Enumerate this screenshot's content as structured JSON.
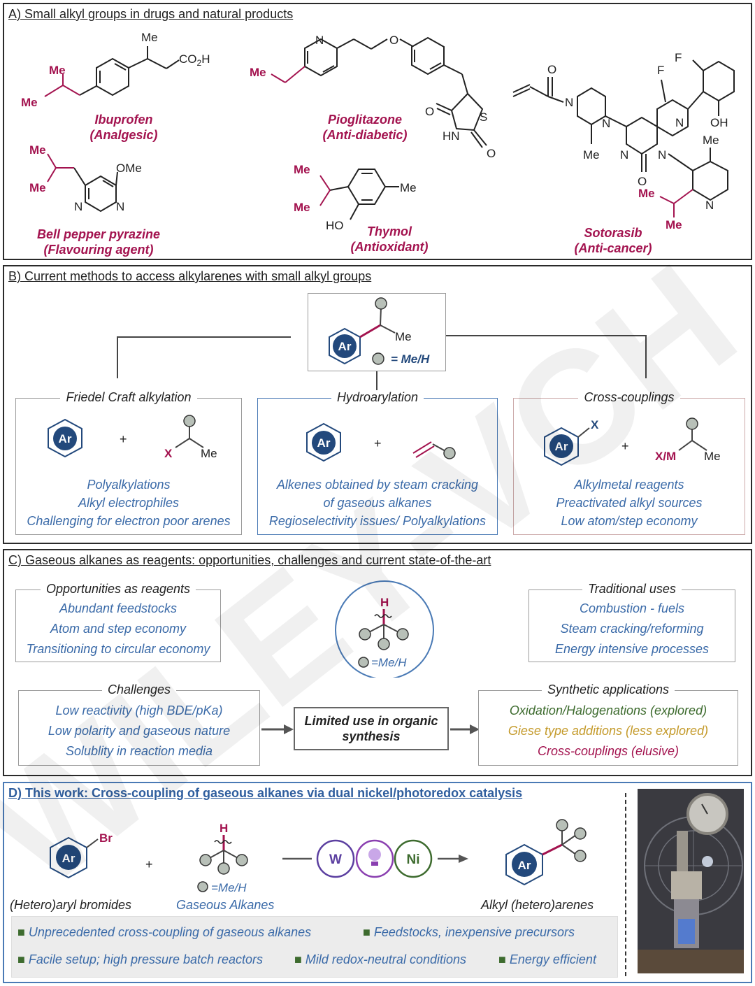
{
  "panelA": {
    "title": "A) Small alkyl groups in drugs and natural products",
    "compounds": [
      {
        "name": "Ibuprofen",
        "role": "(Analgesic)"
      },
      {
        "name": "Pioglitazone",
        "role": "(Anti-diabetic)"
      },
      {
        "name": "Sotorasib",
        "role": "(Anti-cancer)"
      },
      {
        "name": "Bell pepper pyrazine",
        "role": "(Flavouring agent)"
      },
      {
        "name": "Thymol",
        "role": "(Antioxidant)"
      }
    ],
    "atoms": {
      "me": "Me",
      "co2h": "CO",
      "h": "H",
      "two": "2",
      "ome": "OMe",
      "n": "N",
      "o": "O",
      "s": "S",
      "hn": "HN",
      "f": "F",
      "oh": "OH",
      "ho": "HO"
    }
  },
  "panelB": {
    "title": "B) Current methods to access alkylarenes with small alkyl groups",
    "center": {
      "ar": "Ar",
      "me": "Me",
      "legend": "= Me/H"
    },
    "methods": [
      {
        "title": "Friedel Craft alkylation",
        "reagent_x": "X",
        "reagent_me": "Me",
        "plus": "+",
        "lines": [
          "Polyalkylations",
          "Alkyl electrophiles",
          "Challenging for electron poor arenes"
        ]
      },
      {
        "title": "Hydroarylation",
        "plus": "+",
        "lines": [
          "Alkenes obtained by steam cracking",
          "of gaseous alkanes",
          "Regioselectivity issues/ Polyalkylations"
        ]
      },
      {
        "title": "Cross-couplings",
        "reagent_x": "X",
        "reagent_xm": "X/M",
        "reagent_me": "Me",
        "plus": "+",
        "lines": [
          "Alkylmetal reagents",
          "Preactivated alkyl sources",
          "Low atom/step economy"
        ]
      }
    ]
  },
  "panelC": {
    "title": "C) Gaseous alkanes as reagents: opportunities, challenges and current state-of-the-art",
    "opportunities": {
      "title": "Opportunities as reagents",
      "lines": [
        "Abundant feedstocks",
        "Atom and step economy",
        "Transitioning to circular economy"
      ]
    },
    "traditional": {
      "title": "Traditional uses",
      "lines": [
        "Combustion - fuels",
        "Steam cracking/reforming",
        "Energy intensive processes"
      ]
    },
    "challenges": {
      "title": "Challenges",
      "lines": [
        "Low reactivity (high BDE/pKa)",
        "Low polarity and gaseous nature",
        "Solublity in reaction media"
      ]
    },
    "synthetic": {
      "title": "Synthetic applications",
      "lines": [
        "Oxidation/Halogenations  (explored)",
        "Giese type additions (less explored)",
        "Cross-couplings (elusive)"
      ]
    },
    "center": {
      "h": "H",
      "legend": "=Me/H"
    },
    "limited": "Limited use in organic synthesis",
    "colors": {
      "explored": "#3d6b2e",
      "less_explored": "#c49a2a",
      "elusive": "#a3134f"
    }
  },
  "panelD": {
    "title": "D) This work: Cross-coupling of gaseous alkanes via dual nickel/photoredox catalysis",
    "aryl": {
      "ar": "Ar",
      "br": "Br",
      "label": "(Hetero)aryl bromides"
    },
    "plus": "+",
    "alkane": {
      "h": "H",
      "legend": "=Me/H",
      "label": "Gaseous Alkanes"
    },
    "catalysts": {
      "w": "W",
      "ni": "Ni"
    },
    "product": {
      "ar": "Ar",
      "label": "Alkyl (hetero)arenes"
    },
    "bullets": [
      "Unprecedented cross-coupling of gaseous alkanes",
      "Feedstocks, inexpensive precursors",
      "Facile setup; high pressure batch reactors",
      "Mild redox-neutral conditions",
      "Energy efficient"
    ]
  },
  "watermark": {
    "text": "WILEY-VCH"
  },
  "colors": {
    "crimson": "#a3134f",
    "navy": "#23497c",
    "blue_text": "#3a6aa8",
    "green": "#3d6b2e",
    "gold": "#c49a2a",
    "purple": "#5b3fa0"
  }
}
